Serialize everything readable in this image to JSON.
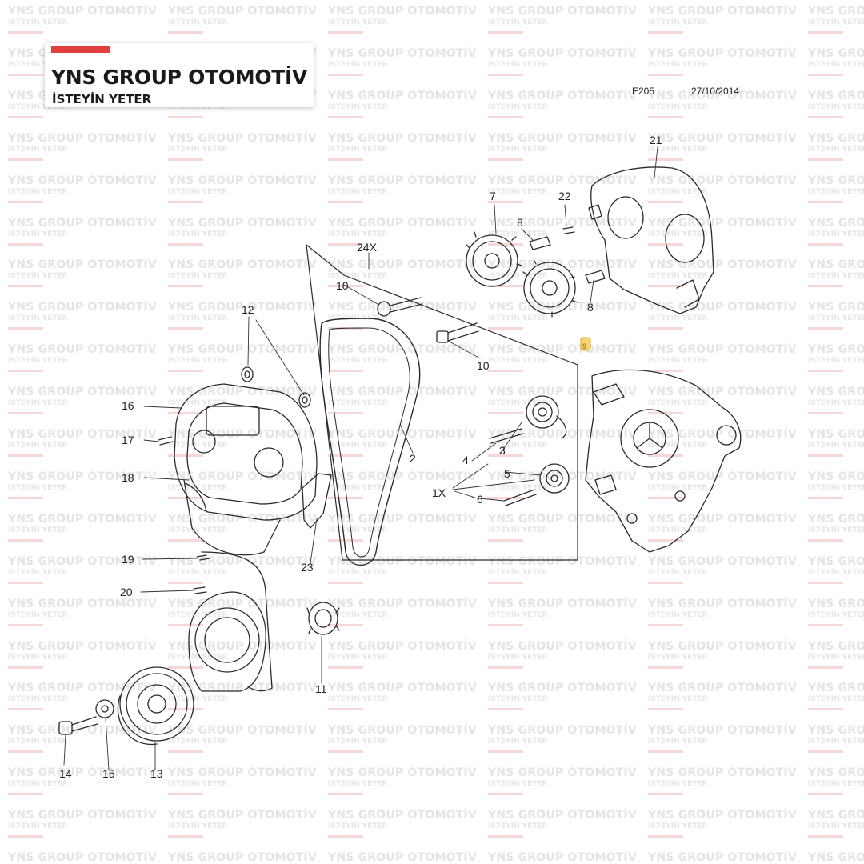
{
  "logo": {
    "title": "YNS GROUP OTOMOTİV",
    "subtitle": "İSTEYİN YETER",
    "accent_color": "#e0403c"
  },
  "watermark": {
    "title": "YNS GROUP OTOMOTİV",
    "subtitle": "İSTEYİN YETER"
  },
  "diagram": {
    "code": "E205",
    "date": "27/10/2014",
    "callouts": {
      "c1x": "1X",
      "c2": "2",
      "c3": "3",
      "c4": "4",
      "c5": "5",
      "c6": "6",
      "c7": "7",
      "c8a": "8",
      "c8b": "8",
      "c9": "9",
      "c10a": "10",
      "c10b": "10",
      "c11": "11",
      "c12": "12",
      "c13": "13",
      "c14": "14",
      "c15": "15",
      "c16": "16",
      "c17": "17",
      "c18": "18",
      "c19": "19",
      "c20": "20",
      "c21": "21",
      "c22": "22",
      "c23": "23",
      "c24x": "24X"
    }
  }
}
